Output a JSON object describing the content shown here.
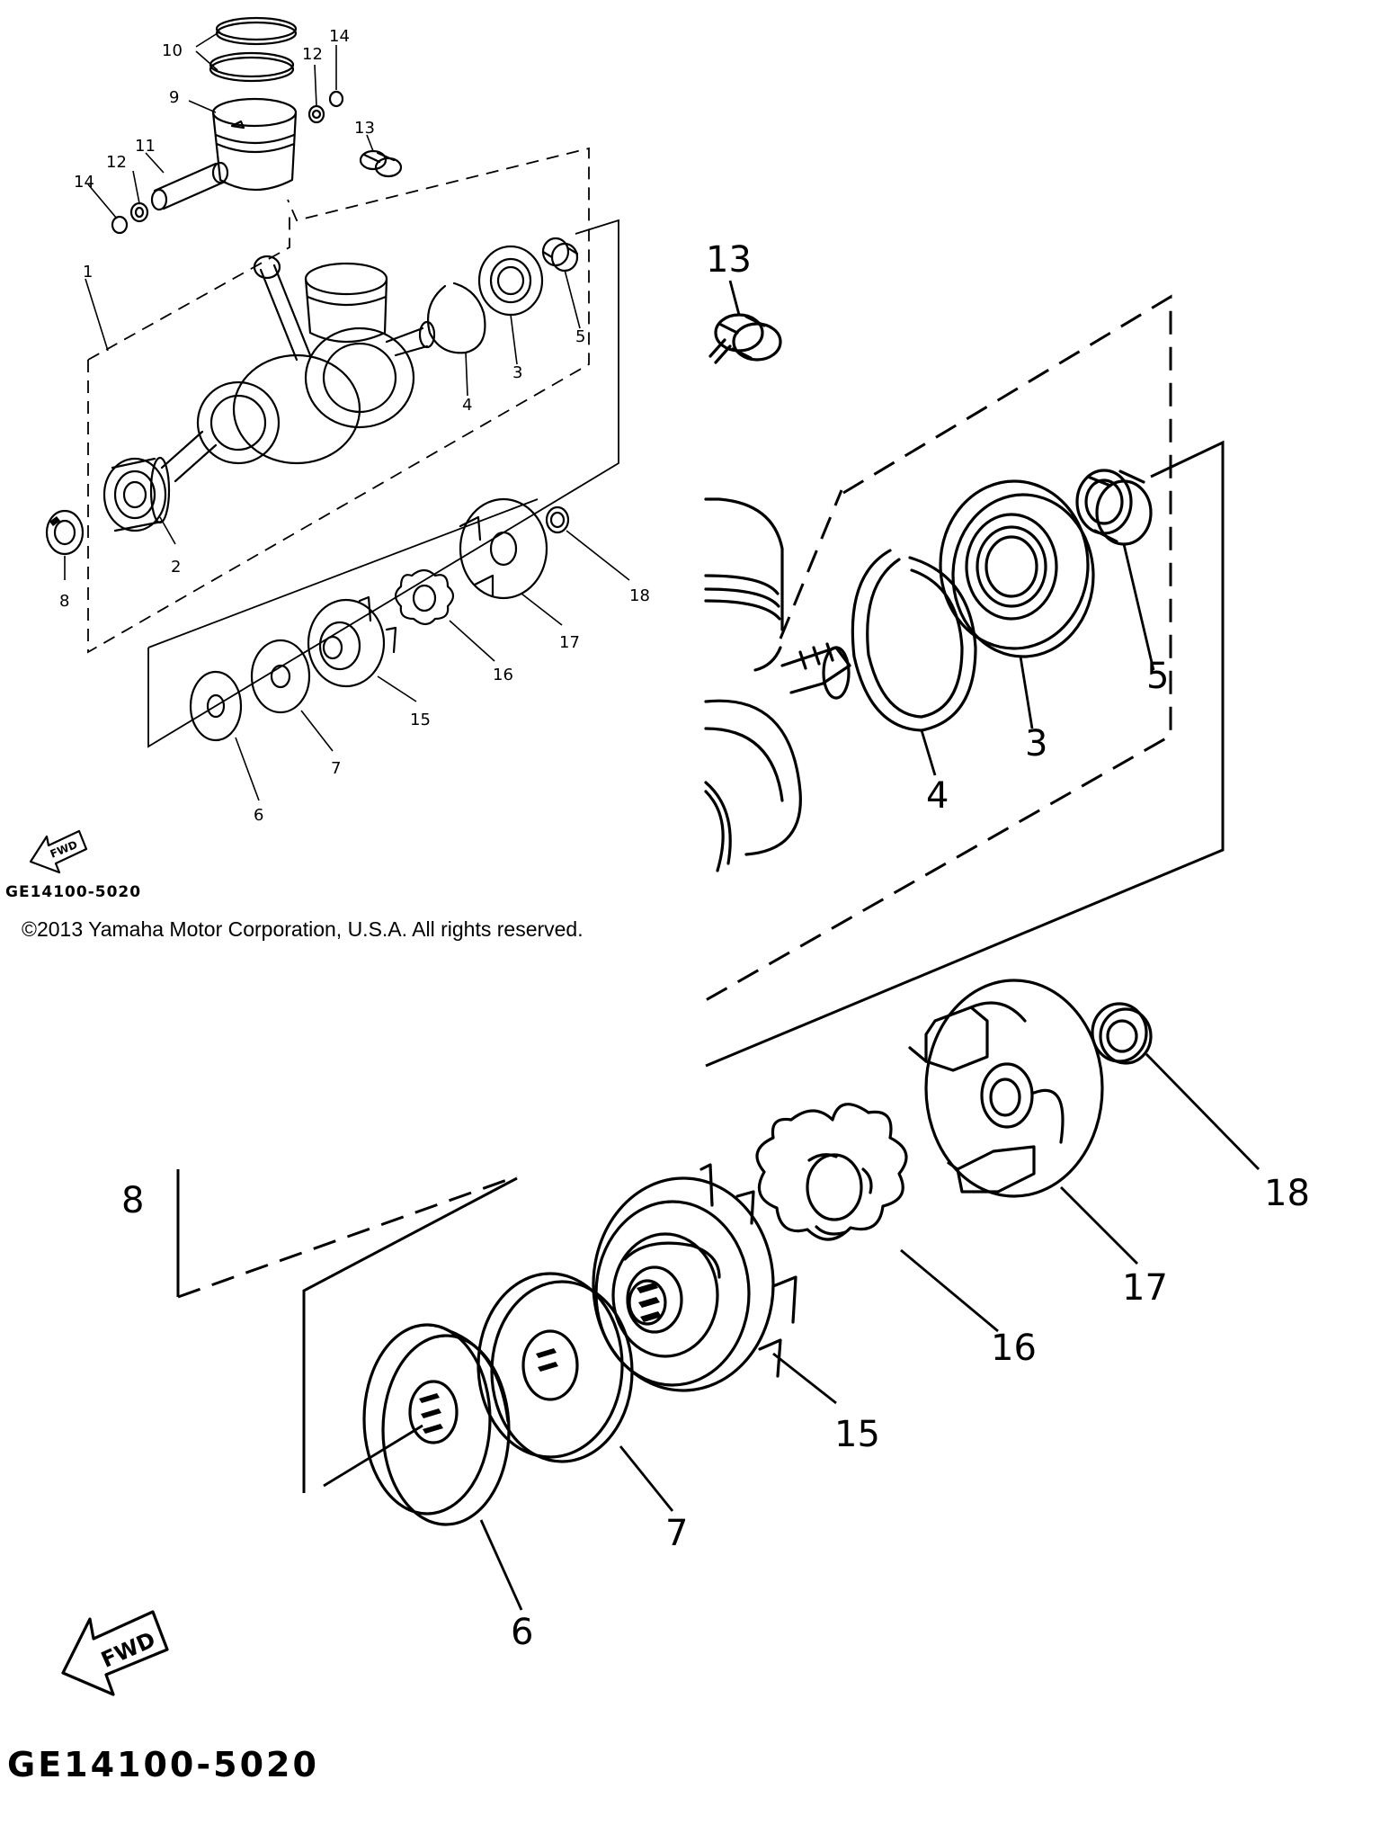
{
  "diagram": {
    "drawing_code_small": "GE14100-5020",
    "drawing_code_large": "GE14100-5020",
    "copyright": "©2013 Yamaha Motor Corporation, U.S.A. All rights reserved.",
    "fwd_label": "FWD",
    "overview_labels": {
      "p1": "1",
      "p2": "2",
      "p3": "3",
      "p4": "4",
      "p5": "5",
      "p6": "6",
      "p7": "7",
      "p8": "8",
      "p9": "9",
      "p10": "10",
      "p11": "11",
      "p12a": "12",
      "p12b": "12",
      "p13": "13",
      "p14a": "14",
      "p14b": "14",
      "p15": "15",
      "p16": "16",
      "p17": "17",
      "p18": "18"
    },
    "detail_labels": {
      "p3": "3",
      "p4": "4",
      "p5": "5",
      "p6": "6",
      "p7": "7",
      "p8": "8",
      "p13": "13",
      "p15": "15",
      "p16": "16",
      "p17": "17",
      "p18": "18"
    },
    "icons": {
      "fwd_arrow": "fwd-arrow-icon"
    }
  }
}
